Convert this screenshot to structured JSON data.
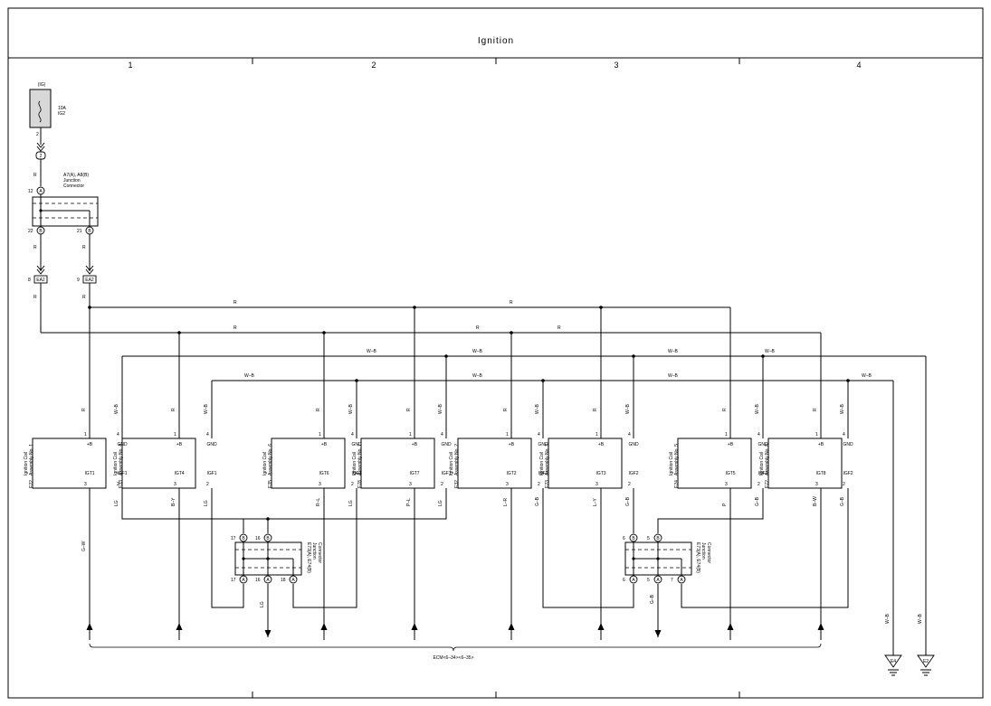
{
  "title": "Ignition",
  "columns": [
    "1",
    "2",
    "3",
    "4"
  ],
  "fuse": {
    "label_top": "(IG)",
    "amp": "10A",
    "name": "IG2",
    "pin": "2"
  },
  "circle_pin": "2",
  "junction_top": {
    "title": [
      "A7(A), A8(B)",
      "Junction",
      "Connector"
    ],
    "pins": [
      {
        "num": "12",
        "letter": "A"
      },
      {
        "num": "22",
        "letter": "B"
      },
      {
        "num": "21",
        "letter": "B"
      }
    ]
  },
  "ea2": [
    {
      "pin": "8",
      "label": "EA2"
    },
    {
      "pin": "9",
      "label": "EA2"
    }
  ],
  "wire_colors": {
    "r": "R",
    "wb": "W–B",
    "gw": "G–W",
    "lg": "LG",
    "by": "B–Y",
    "rl": "R–L",
    "pl": "P–L",
    "lr": "L–R",
    "gb": "G–B",
    "ly": "L–Y",
    "p": "P",
    "bw": "B–W"
  },
  "coils": [
    {
      "id": "E22",
      "name": "Ignition Coil",
      "no": "Assembly No. 1",
      "igt": "IGT1",
      "igf": "IGF1"
    },
    {
      "id": "E33",
      "name": "Ignition Coil",
      "no": "Assembly No. 4",
      "igt": "IGT4",
      "igf": "IGF1"
    },
    {
      "id": "E35",
      "name": "Ignition Coil",
      "no": "Assembly No. 6",
      "igt": "IGT6",
      "igf": "IGF1"
    },
    {
      "id": "E78",
      "name": "Ignition Coil",
      "no": "Assembly No. 7",
      "igt": "IGT7",
      "igf": "IGF1"
    },
    {
      "id": "E32",
      "name": "Ignition Coil",
      "no": "Assembly No. 2",
      "igt": "IGT2",
      "igf": "IGF2"
    },
    {
      "id": "E23",
      "name": "Ignition Coil",
      "no": "Assembly No. 3",
      "igt": "IGT3",
      "igf": "IGF2"
    },
    {
      "id": "E24",
      "name": "Ignition Coil",
      "no": "Assembly No. 5",
      "igt": "IGT5",
      "igf": "IGF2"
    },
    {
      "id": "E72",
      "name": "Ignition Coil",
      "no": "Assembly No. 8",
      "igt": "IGT8",
      "igf": "IGF2"
    }
  ],
  "coil_pins": {
    "b": "+B",
    "gnd": "GND",
    "p1": "1",
    "p2": "2",
    "p3": "3",
    "p4": "4"
  },
  "junction_left": {
    "title": [
      "E73(A), E74(B)",
      "Junction",
      "Connector"
    ],
    "pin17": "17",
    "pin16": "16",
    "pin18": "18",
    "a": "A",
    "b": "B"
  },
  "junction_right": {
    "title": [
      "E73(A), E74(B)",
      "Junction",
      "Connector"
    ],
    "pin6": "6",
    "pin5": "5",
    "pin7": "7",
    "a": "A",
    "b": "B"
  },
  "ecm_label": "ECM<6–34><6–35>",
  "grounds": [
    "E4",
    "E2"
  ]
}
